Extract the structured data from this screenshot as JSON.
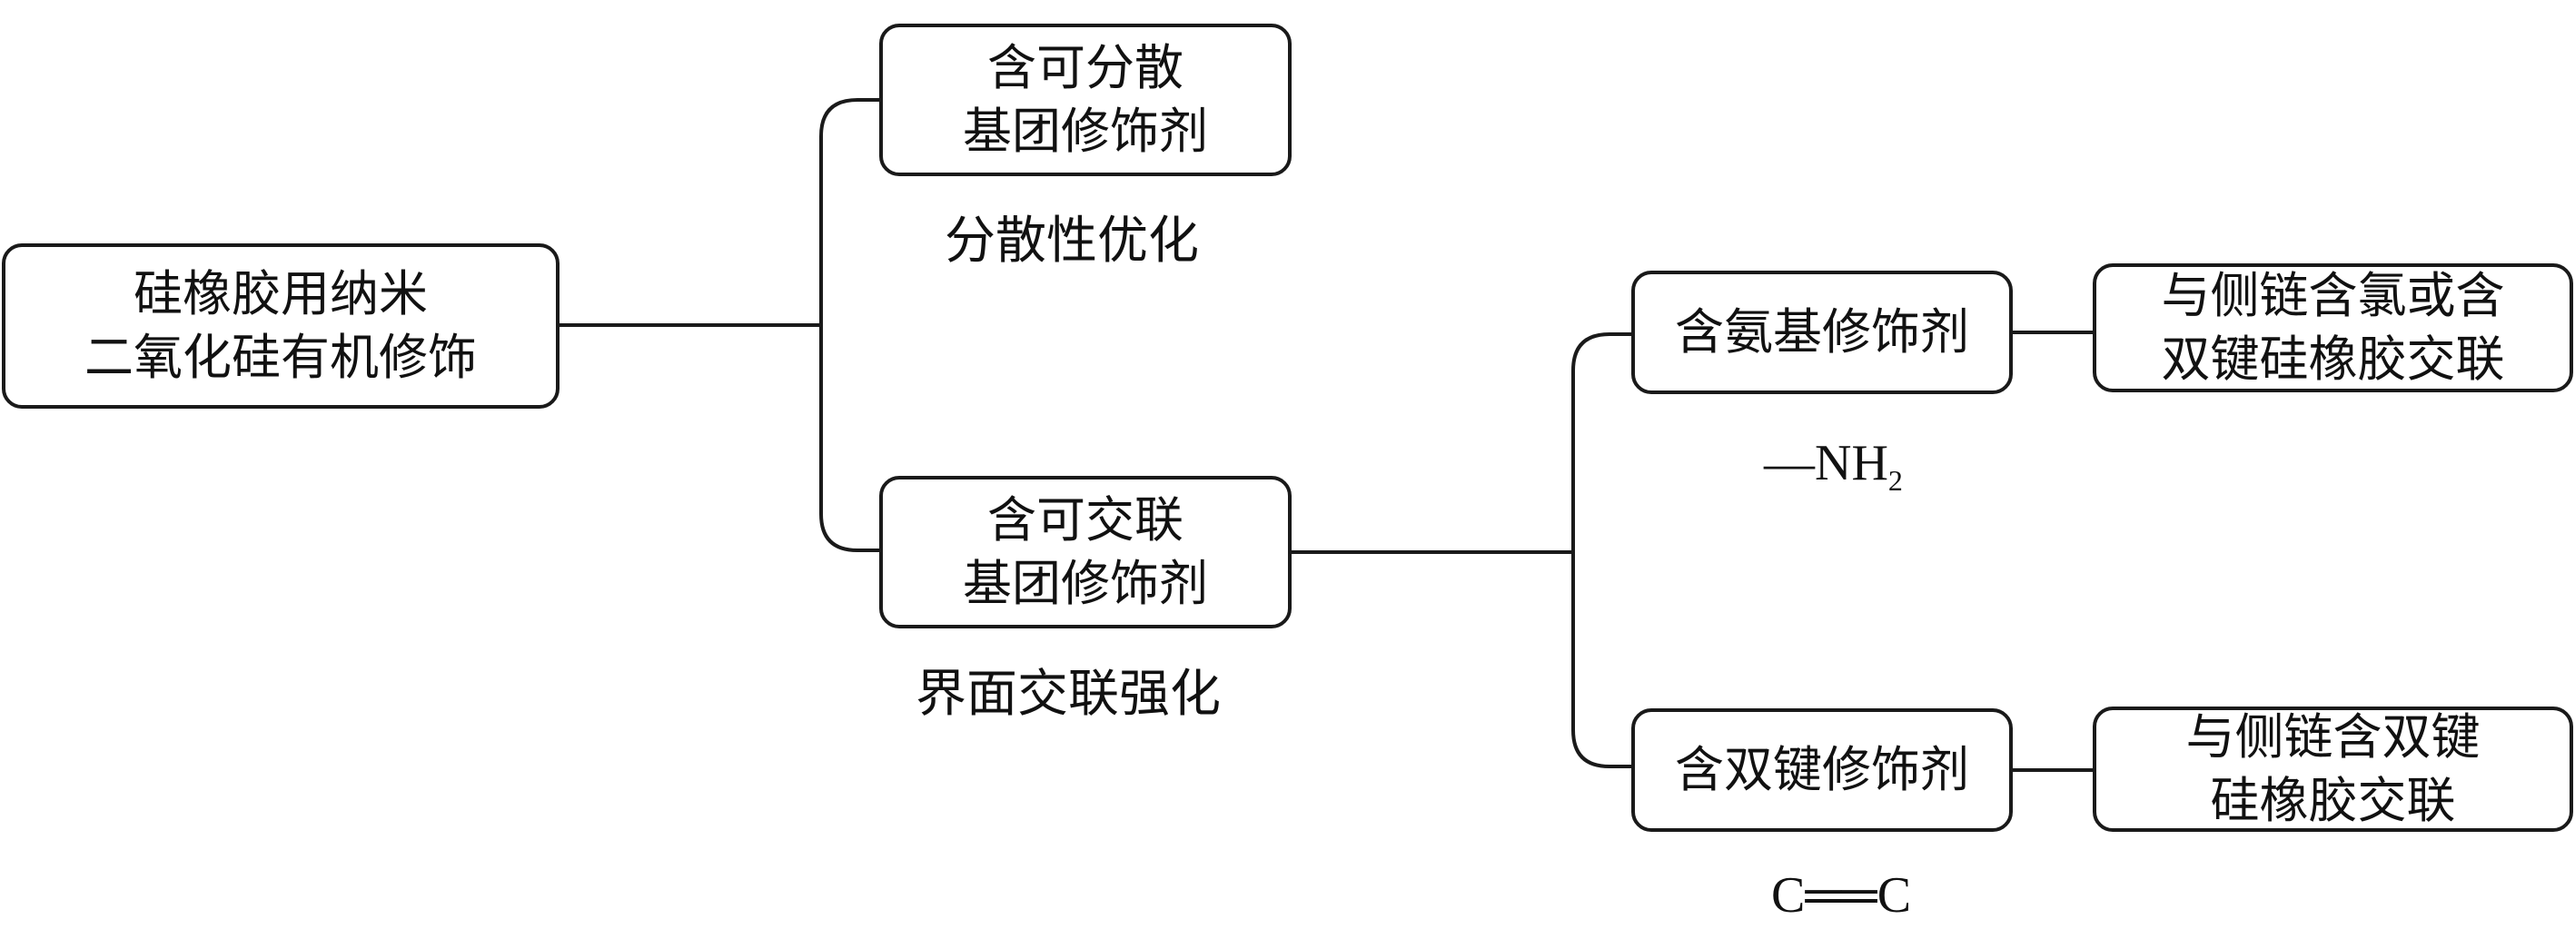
{
  "root": {
    "line1": "硅橡胶用纳米",
    "line2": "二氧化硅有机修饰"
  },
  "dispersion_branch": {
    "box": {
      "line1": "含可分散",
      "line2": "基团修饰剂"
    },
    "caption": "分散性优化"
  },
  "crosslink_branch": {
    "box": {
      "line1": "含可交联",
      "line2": "基团修饰剂"
    },
    "caption": "界面交联强化",
    "amino": {
      "box": "含氨基修饰剂",
      "formula_dash": "—NH",
      "formula_sub": "2",
      "result": {
        "line1": "与侧链含氯或含",
        "line2": "双键硅橡胶交联"
      }
    },
    "double_bond": {
      "box": "含双键修饰剂",
      "formula": "C══C",
      "result": {
        "line1": "与侧链含双键",
        "line2": "硅橡胶交联"
      }
    }
  }
}
